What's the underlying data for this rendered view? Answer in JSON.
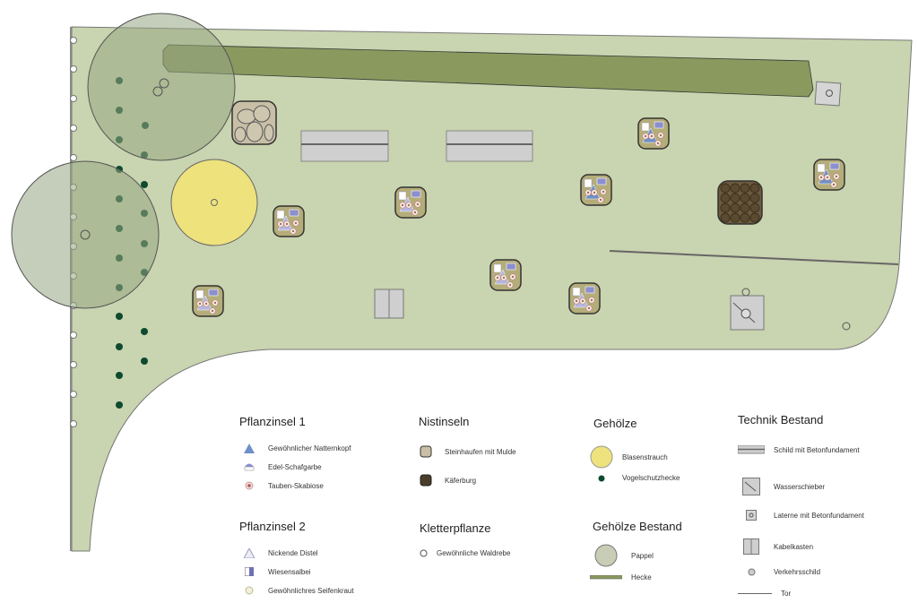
{
  "legend": {
    "pflanzinsel1": {
      "title": "Pflanzinsel 1",
      "items": [
        "Gewöhnlicher Natternkopf",
        "Edel-Schafgarbe",
        "Tauben-Skabiose"
      ]
    },
    "pflanzinsel2": {
      "title": "Pflanzinsel 2",
      "items": [
        "Nickende Distel",
        "Wiesensalbei",
        "Gewöhnlichres Seifenkraut"
      ]
    },
    "nistinseln": {
      "title": "Nistinseln",
      "items": [
        "Steinhaufen mit Mulde",
        "Käferburg"
      ]
    },
    "kletterpflanze": {
      "title": "Kletterpflanze",
      "items": [
        "Gewöhnliche Waldrebe"
      ]
    },
    "gehoelze": {
      "title": "Gehölze",
      "items": [
        "Blasenstrauch",
        "Vogelschutzhecke"
      ]
    },
    "gehoelze_bestand": {
      "title": "Gehölze Bestand",
      "items": [
        "Pappel",
        "Hecke"
      ]
    },
    "technik": {
      "title": "Technik Bestand",
      "items": [
        "Schild mit Betonfundament",
        "Wasserschieber",
        "Laterne mit Betonfundament",
        "Kabelkasten",
        "Verkehrsschild",
        "Tor"
      ]
    }
  },
  "colors": {
    "lawn": "#c9d4b0",
    "hedge": "#8a9a5f",
    "pappel": "#9dae8c",
    "blasenstrauch": "#ede27c",
    "vogelschutz": "#0d4a2f",
    "grey": "#d0d0d0"
  }
}
